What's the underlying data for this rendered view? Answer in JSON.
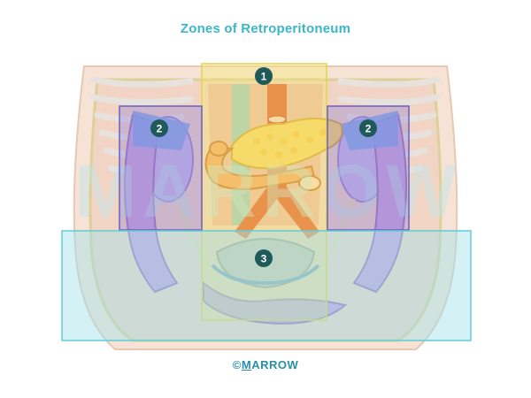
{
  "title": "Zones of Retroperitoneum",
  "zones": [
    {
      "id": "zone-1",
      "label": "1",
      "color": "#f5e76a"
    },
    {
      "id": "zone-2-left",
      "label": "2",
      "color": "#8a7fd6"
    },
    {
      "id": "zone-2-right",
      "label": "2",
      "color": "#8a7fd6"
    },
    {
      "id": "zone-3",
      "label": "3",
      "color": "#9fe3ea"
    }
  ],
  "badge_color": "#1f5a5a",
  "title_color": "#3ab7c8",
  "footer": {
    "symbol": "©",
    "first_letter": "M",
    "rest": "ARROW",
    "color": "#2a8fa8"
  },
  "watermark": "MARROW"
}
